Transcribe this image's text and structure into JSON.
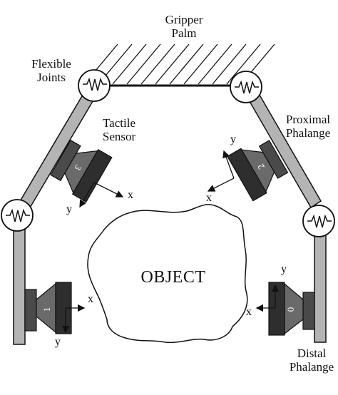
{
  "labels": {
    "gripper_palm_1": "Gripper",
    "gripper_palm_2": "Palm",
    "flexible_joints_1": "Flexible",
    "flexible_joints_2": "Joints",
    "tactile_sensor_1": "Tactile",
    "tactile_sensor_2": "Sensor",
    "proximal_1": "Proximal",
    "proximal_2": "Phalange",
    "distal_1": "Distal",
    "distal_2": "Phalange",
    "object": "OBJECT"
  },
  "sensors": [
    {
      "id": "0",
      "x_label": "x",
      "y_label": "y"
    },
    {
      "id": "1",
      "x_label": "x",
      "y_label": "y"
    },
    {
      "id": "2",
      "x_label": "x",
      "y_label": "y"
    },
    {
      "id": "3",
      "x_label": "x",
      "y_label": "y"
    }
  ],
  "colors": {
    "phalange_fill": "#b4b4b4",
    "sensor_mount": "#4a4a4a",
    "sensor_body": "#2e2e2e",
    "sensor_cone": "#6a6a6a",
    "line": "#111111"
  }
}
